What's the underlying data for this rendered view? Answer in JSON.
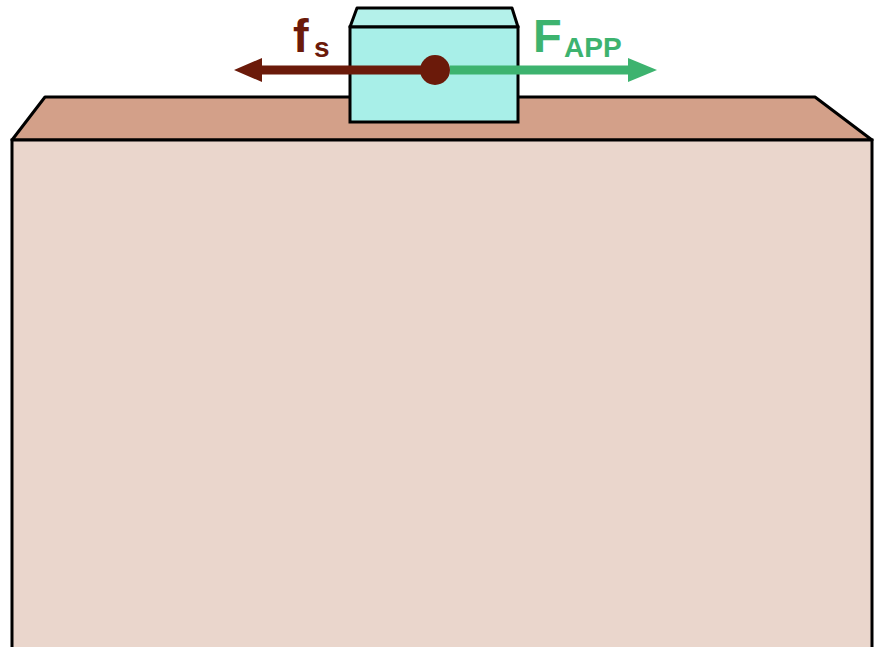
{
  "diagram": {
    "labels": [
      "f",
      "s",
      "F",
      "APP"
    ]
  }
}
